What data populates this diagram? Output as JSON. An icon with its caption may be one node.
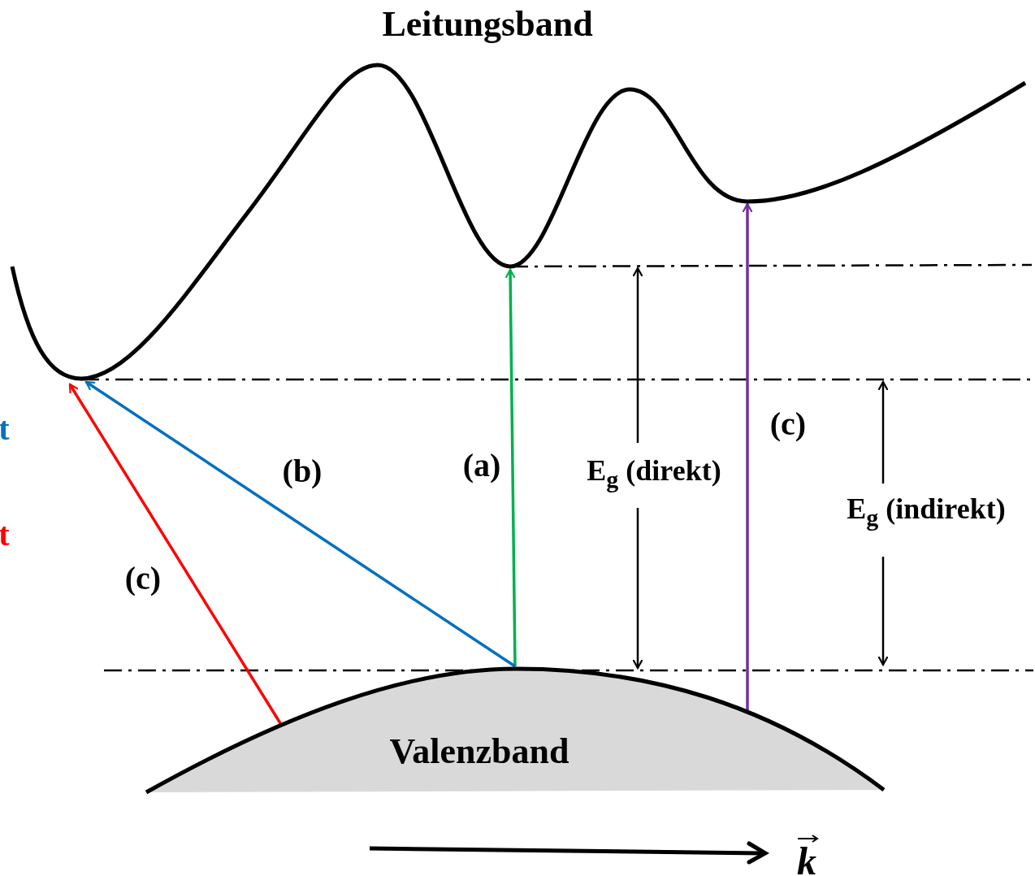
{
  "diagram": {
    "nodes": [
      {
        "text": [
          "Leitungsband"
        ]
      },
      {
        "text": [
          "Valenzband"
        ]
      }
    ],
    "edges": [
      {
        "from": 1,
        "to": 0,
        "arrow": "to",
        "label": "(a)",
        "color": "#00b050"
      },
      {
        "from": 1,
        "to": 0,
        "arrow": "to",
        "label": "(b)",
        "color": "#0070c0"
      },
      {
        "from": 1,
        "to": 0,
        "arrow": "to",
        "label": "(c)",
        "color": "#ff0000"
      },
      {
        "from": 1,
        "to": 0,
        "arrow": "to",
        "label": "(c)",
        "color": "#7030a0"
      }
    ],
    "labels": [
      "t",
      "t",
      "E$_{g}$ (direkt)",
      "E$_{g}$ (indirekt)",
      "*k*"
    ]
  }
}
